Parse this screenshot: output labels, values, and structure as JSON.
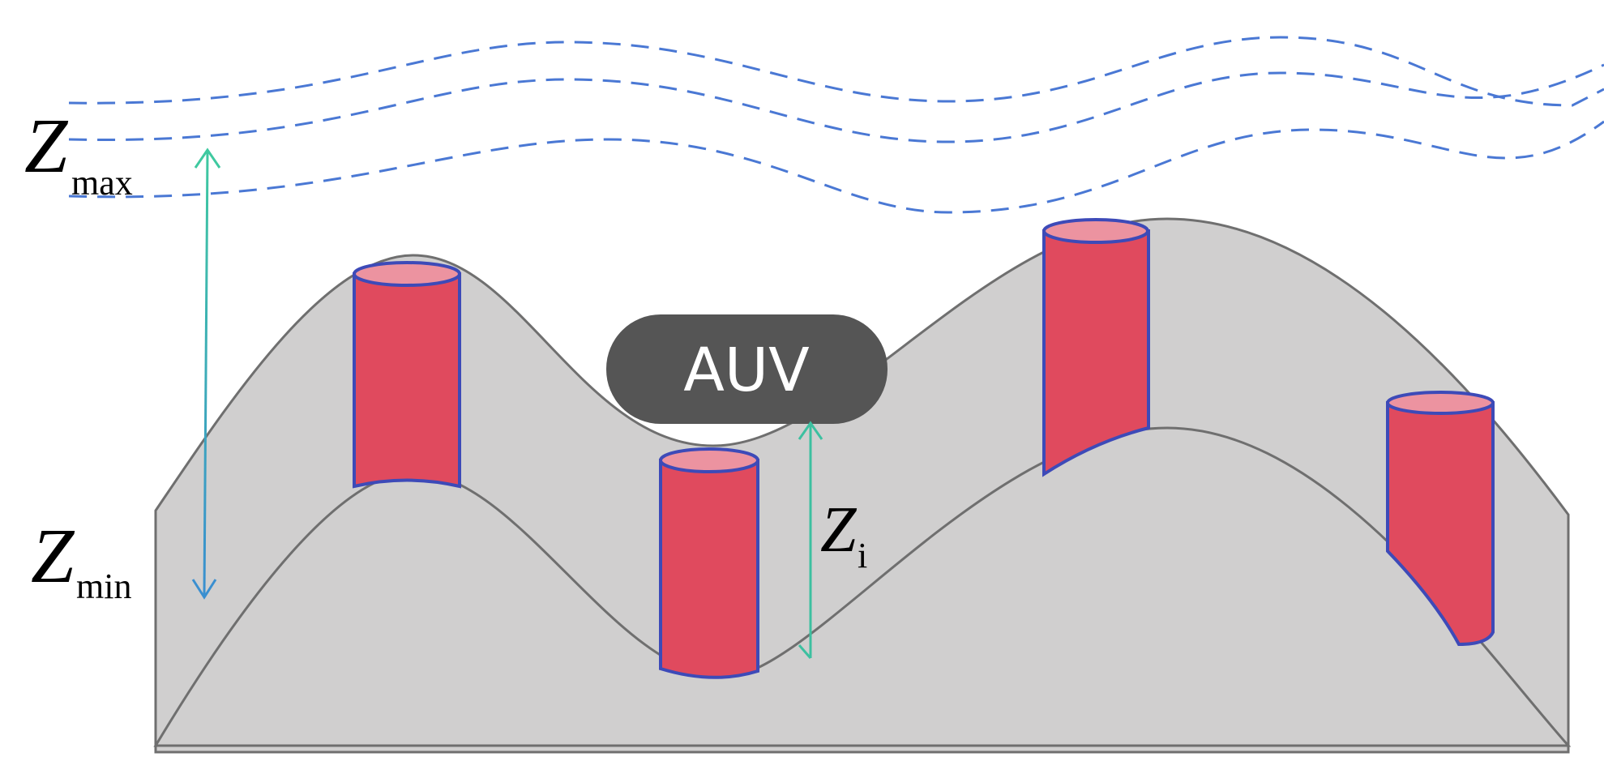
{
  "vehicle": {
    "label": "AUV"
  },
  "labels": {
    "zmax": {
      "main": "Z",
      "sub": "max"
    },
    "zmin": {
      "main": "Z",
      "sub": "min"
    },
    "zi": {
      "main": "Z",
      "sub": "i"
    }
  },
  "colors": {
    "terrain_fill": "#d0cfcf",
    "terrain_stroke": "#6f6f6f",
    "surface_wave": "#4a78d4",
    "cylinder_body": "#e04a5e",
    "cylinder_top": "#ec93a0",
    "cylinder_outline": "#3d4ab8",
    "auv_body": "#555555",
    "arrow_teal": "#3cc0a0"
  }
}
